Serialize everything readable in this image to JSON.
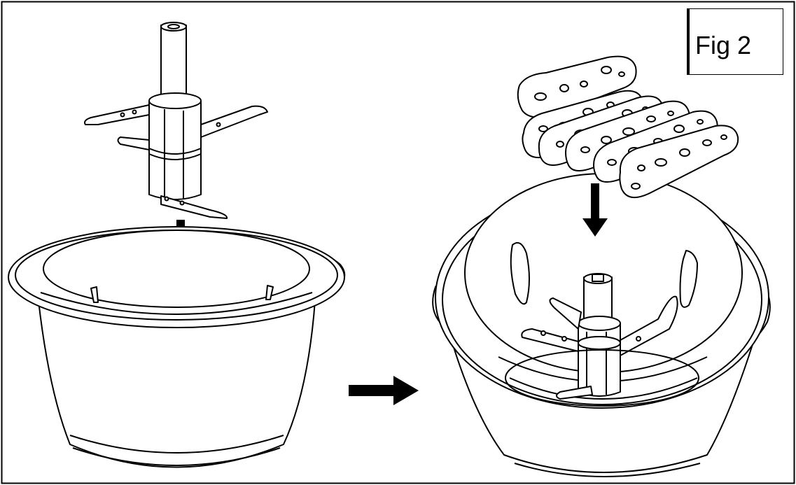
{
  "figure": {
    "label": "Fig 2"
  },
  "colors": {
    "line": "#000000",
    "background": "#ffffff"
  },
  "steps": [
    {
      "name": "step-1",
      "parts": [
        "blade-assembly",
        "bowl"
      ],
      "arrow": "down-arrow-icon"
    },
    {
      "name": "step-2",
      "parts": [
        "food-slices",
        "bowl-with-blade"
      ],
      "arrow": "down-arrow-icon"
    }
  ],
  "between_steps_arrow": "right-arrow-icon"
}
